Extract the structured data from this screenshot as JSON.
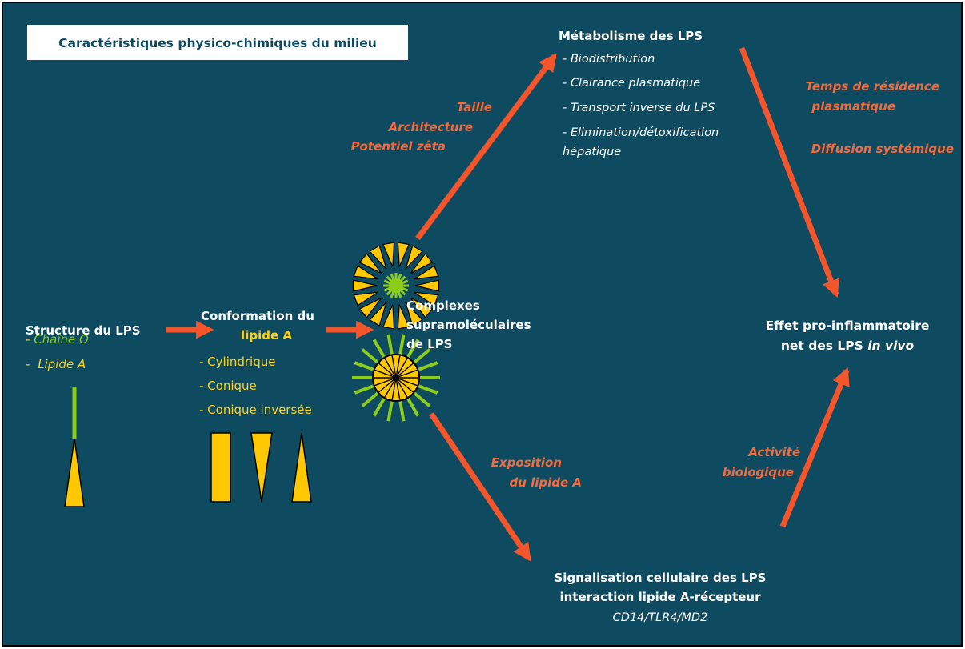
{
  "colors": {
    "background": "#0e4a60",
    "frame": "#000000",
    "white_text": "#ffffff",
    "yellow_text": "#ffd21a",
    "green": "#8ccc1a",
    "orange": "#f4552b",
    "label_orange": "#f46a3c",
    "box_text": "#0e4a60",
    "shape_yellow": "#ffc800"
  },
  "header_box": {
    "text": "Caractéristiques physico-chimiques du milieu"
  },
  "structure": {
    "title": "Structure du LPS",
    "item1_dash": "-",
    "item1_text": "Chaîne O",
    "item2_dash": "-",
    "item2_text": "Lipide A"
  },
  "conformation": {
    "title_line1": "Conformation du",
    "title_line2": "lipide A",
    "items": [
      "- Cylindrique",
      "- Conique",
      "- Conique inversée"
    ]
  },
  "complexes": {
    "line1": "Complexes",
    "line2": "supramoléculaires",
    "line3": "de LPS"
  },
  "metabolism": {
    "title": "Métabolisme des LPS",
    "items": [
      "- Biodistribution",
      "- Clairance plasmatique",
      "- Transport inverse du LPS",
      "- Elimination/détoxification",
      "hépatique"
    ]
  },
  "upper_left_labels": [
    "Taille",
    "Architecture",
    "Potentiel zêta"
  ],
  "upper_right_labels": {
    "line1": "Temps de résidence",
    "line2": "plasmatique",
    "line3": "Diffusion systémique"
  },
  "effect": {
    "line1": "Effet pro-inflammatoire",
    "line2_prefix": "net des LPS ",
    "line2_italic": "in vivo"
  },
  "lower_left_labels": [
    "Exposition",
    "du lipide A"
  ],
  "lower_right_labels": [
    "Activité",
    "biologique"
  ],
  "signal": {
    "line1": "Signalisation cellulaire des LPS",
    "line2": "interaction lipide A-récepteur",
    "line3": "CD14/TLR4/MD2"
  }
}
